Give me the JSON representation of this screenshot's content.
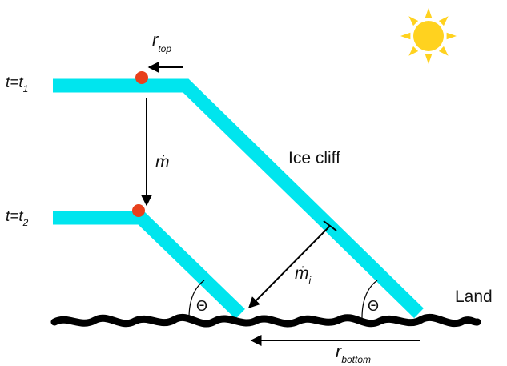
{
  "labels": {
    "t1_eq": "t=t",
    "t1_sub": "1",
    "t2_eq": "t=t",
    "t2_sub": "2",
    "r_top": "r",
    "r_top_sub": "top",
    "mdot": "ṁ",
    "ice_cliff": "Ice cliff",
    "mdot_i": "ṁ",
    "mdot_i_sub": "i",
    "theta_left": "Θ",
    "theta_right": "Θ",
    "land": "Land",
    "r_bottom": "r",
    "r_bottom_sub": "bottom"
  },
  "colors": {
    "ice": "#00e5ee",
    "ground": "#000000",
    "marker": "#e8401c",
    "sun": "#ffd21f",
    "arrow": "#000000"
  },
  "icons": {
    "sun": "sun-icon",
    "marker_t1": "red-dot-marker",
    "marker_t2": "red-dot-marker"
  }
}
